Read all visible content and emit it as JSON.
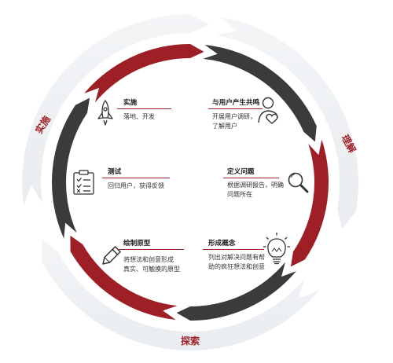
{
  "colors": {
    "red": "#9e1f26",
    "dark": "#3b3a3c",
    "outer_ring": "#eef0f3",
    "phase_label": "#a02027",
    "icon": "#333333"
  },
  "phases": {
    "implement": "实施",
    "understand": "理解",
    "explore": "探索"
  },
  "steps": [
    {
      "title": "与用户产生共鸣",
      "lines": [
        "开展用户调研，",
        "了解用户"
      ],
      "icon": "user-heart-icon"
    },
    {
      "title": "定义问题",
      "lines": [
        "根据调研报告，明确",
        "问题所在"
      ],
      "icon": "magnifier-icon"
    },
    {
      "title": "形成概念",
      "lines": [
        "列出对解决问题有帮",
        "助的疯狂想法和创意"
      ],
      "icon": "lightbulb-icon"
    },
    {
      "title": "绘制原型",
      "lines": [
        "将想法和创意形成",
        "真实、可触摸的原型"
      ],
      "icon": "pencil-icon"
    },
    {
      "title": "测试",
      "lines": [
        "回归用户，获得反馈"
      ],
      "icon": "checklist-icon"
    },
    {
      "title": "实施",
      "lines": [
        "落地、开发"
      ],
      "icon": "rocket-icon"
    }
  ]
}
